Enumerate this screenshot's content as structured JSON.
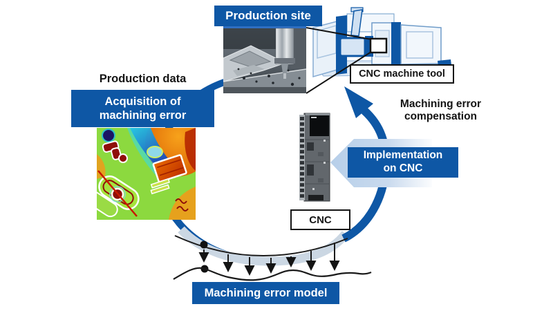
{
  "labels": {
    "production_site": "Production site",
    "cnc_machine_tool": "CNC machine tool",
    "production_data": "Production data",
    "acquisition_line1": "Acquisition of",
    "acquisition_line2": "machining error",
    "compensation_line1": "Machining error",
    "compensation_line2": "compensation",
    "implementation_line1": "Implementation",
    "implementation_line2": "on CNC",
    "cnc": "CNC",
    "error_model": "Machining error model"
  },
  "colors": {
    "brand_blue": "#0E57A5",
    "cycle_gray": "#CBD7E3",
    "light_arrow_blue": "#B7CFE9",
    "label_border_black": "#141414"
  },
  "images": {
    "production_photo": "photo of milling machine cutting a workpiece",
    "error_heatmap": "color map of measured machining error on part",
    "cnc_controller": "photo of CNC controller unit",
    "cnc_machine_illustration": "drawing of CNC machine tool"
  }
}
